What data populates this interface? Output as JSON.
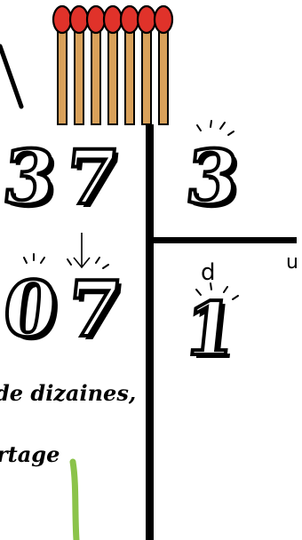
{
  "digits": {
    "tens_top": "3",
    "units_top": "7",
    "result_tens": "0",
    "result_units": "7",
    "divisor": "3",
    "quotient": "1"
  },
  "labels": {
    "tens": "d",
    "units": "u"
  },
  "text": {
    "line1": "de dizaines,",
    "line2": "rtage"
  },
  "matches": {
    "count": 7,
    "head_color": "#e0322a",
    "stick_color": "#d9a15a"
  },
  "colors": {
    "ink": "#000000",
    "stem": "#8bc34a"
  }
}
